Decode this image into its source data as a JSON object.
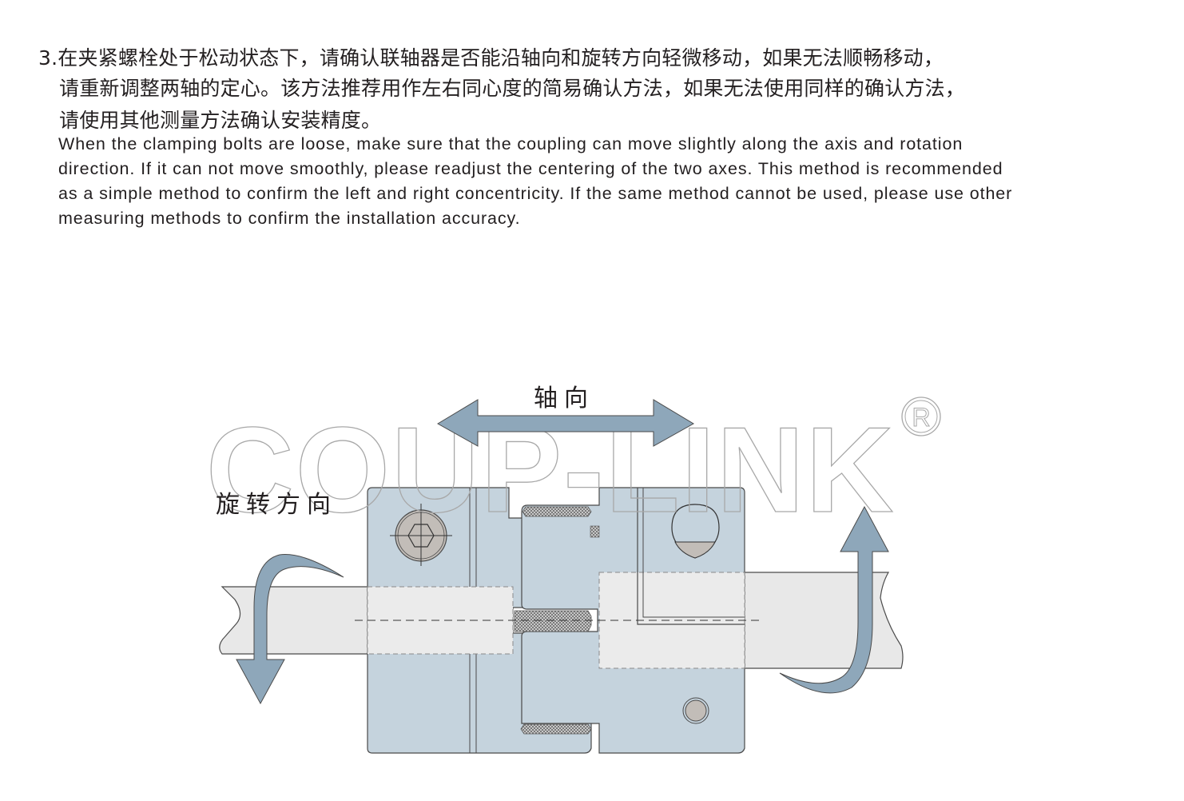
{
  "instruction": {
    "number": "3.",
    "cn_lines": [
      "在夹紧螺栓处于松动状态下，请确认联轴器是否能沿轴向和旋转方向轻微移动，如果无法顺畅移动，",
      "请重新调整两轴的定心。该方法推荐用作左右同心度的简易确认方法，如果无法使用同样的确认方法，",
      "请使用其他测量方法确认安装精度。"
    ],
    "en_lines": [
      "When the clamping bolts are loose, make sure that the coupling can move slightly along the axis and rotation",
      "direction. If it can not move smoothly, please readjust the centering of the two axes. This method is recommended",
      "as a simple method to confirm the left and right concentricity. If the same method cannot be used, please use other",
      "measuring methods to confirm the installation accuracy."
    ]
  },
  "diagram": {
    "axial_label": "轴向",
    "rotation_label": "旋转方向",
    "watermark": "COUP-LINK",
    "registered_mark": "®",
    "colors": {
      "body_blue": "#c5d3dd",
      "arrow_blue": "#8ea7ba",
      "shaft_gray": "#e8e8e8",
      "bolt_gray": "#c2bdb8",
      "outline": "#4a4a4a",
      "watermark_stroke": "#a8a8a8"
    }
  }
}
